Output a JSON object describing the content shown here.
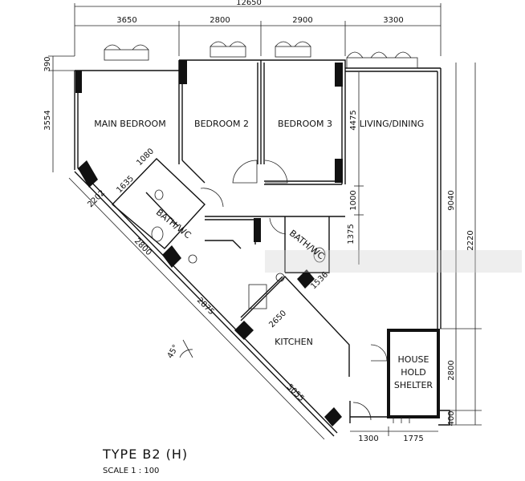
{
  "plan": {
    "overall_width": "12650",
    "top_dims": [
      "3650",
      "2800",
      "2900",
      "3300"
    ],
    "left_dims": [
      "390",
      "3554"
    ],
    "right_dims": [
      "9040",
      "2220",
      "2800",
      "400"
    ],
    "inner_dims": {
      "d1080": "1080",
      "d1635": "1635",
      "d2202": "2202",
      "d2800": "2800",
      "d1000": "1000",
      "d4475": "4475",
      "d1375": "1375",
      "d1536": "1536",
      "d2875": "2875",
      "d2650": "2650",
      "d5055": "5055",
      "d1300": "1300",
      "d1775": "1775",
      "angle": "45°"
    },
    "rooms": {
      "main_bedroom": "MAIN BEDROOM",
      "bedroom2": "BEDROOM 2",
      "bedroom3": "BEDROOM 3",
      "living": "LIVING/DINING",
      "bath1": "BATH/WC",
      "bath2": "BATH/WC",
      "kitchen": "KITCHEN",
      "shelter_l1": "HOUSE",
      "shelter_l2": "HOLD",
      "shelter_l3": "SHELTER"
    },
    "title": "TYPE B2 (H)",
    "scale": "SCALE 1 : 100"
  }
}
